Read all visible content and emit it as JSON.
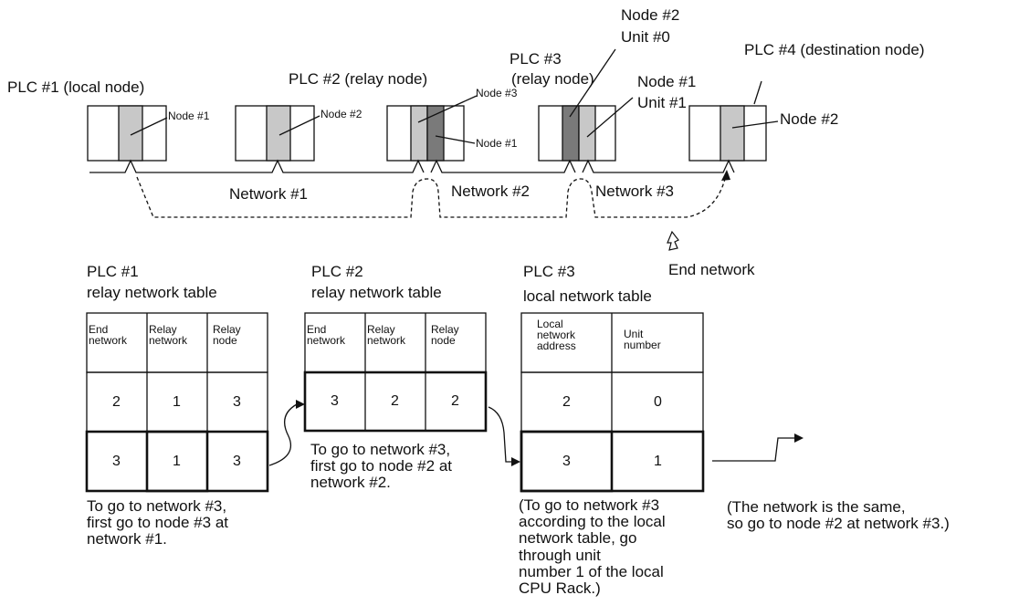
{
  "plcs": {
    "plc1": "PLC #1 (local node)",
    "plc2": "PLC #2 (relay node)",
    "plc3_line1": "PLC #3",
    "plc3_line2": "(relay node)",
    "plc4": "PLC #4 (destination node)"
  },
  "node_labels": {
    "plc1_node": "Node #1",
    "plc2_node": "Node #2",
    "plc2_relay_node3": "Node #3",
    "plc2_relay_node1": "Node #1",
    "plc3_node2_l1": "Node #2",
    "plc3_node2_l2": "Unit #0",
    "plc3_node1_l1": "Node #1",
    "plc3_node1_l2": "Unit #1",
    "plc4_node": "Node #2"
  },
  "networks": {
    "net1": "Network #1",
    "net2": "Network #2",
    "net3": "Network #3",
    "end_network": "End network"
  },
  "table1": {
    "title_l1": "PLC #1",
    "title_l2": "relay network table",
    "headers": [
      "End\nnetwork",
      "Relay\nnetwork",
      "Relay\nnode"
    ],
    "rows": [
      [
        "2",
        "1",
        "3"
      ],
      [
        "3",
        "1",
        "3"
      ]
    ],
    "caption": "To go to network #3,\nfirst go to node #3 at\nnetwork #1."
  },
  "table2": {
    "title_l1": "PLC #2",
    "title_l2": "relay network table",
    "headers": [
      "End\nnetwork",
      "Relay\nnetwork",
      "Relay\nnode"
    ],
    "rows": [
      [
        "3",
        "2",
        "2"
      ]
    ],
    "caption": "To go to network #3,\nfirst go to node #2 at\nnetwork #2."
  },
  "table3": {
    "title_l1": "PLC #3",
    "title_l2": "local network table",
    "headers": [
      "Local\nnetwork\naddress",
      "Unit\nnumber"
    ],
    "rows": [
      [
        "2",
        "0"
      ],
      [
        "3",
        "1"
      ]
    ],
    "caption": "(To go to network #3\naccording to the local\nnetwork table, go\nthrough unit\nnumber 1 of the local\nCPU Rack.)"
  },
  "final_note": "(The network is the same,\nso go to node #2 at network #3.)",
  "colors": {
    "line": "#111111",
    "unit_light": "#c8c8c8",
    "unit_dark": "#7a7a7a",
    "background": "#ffffff"
  }
}
